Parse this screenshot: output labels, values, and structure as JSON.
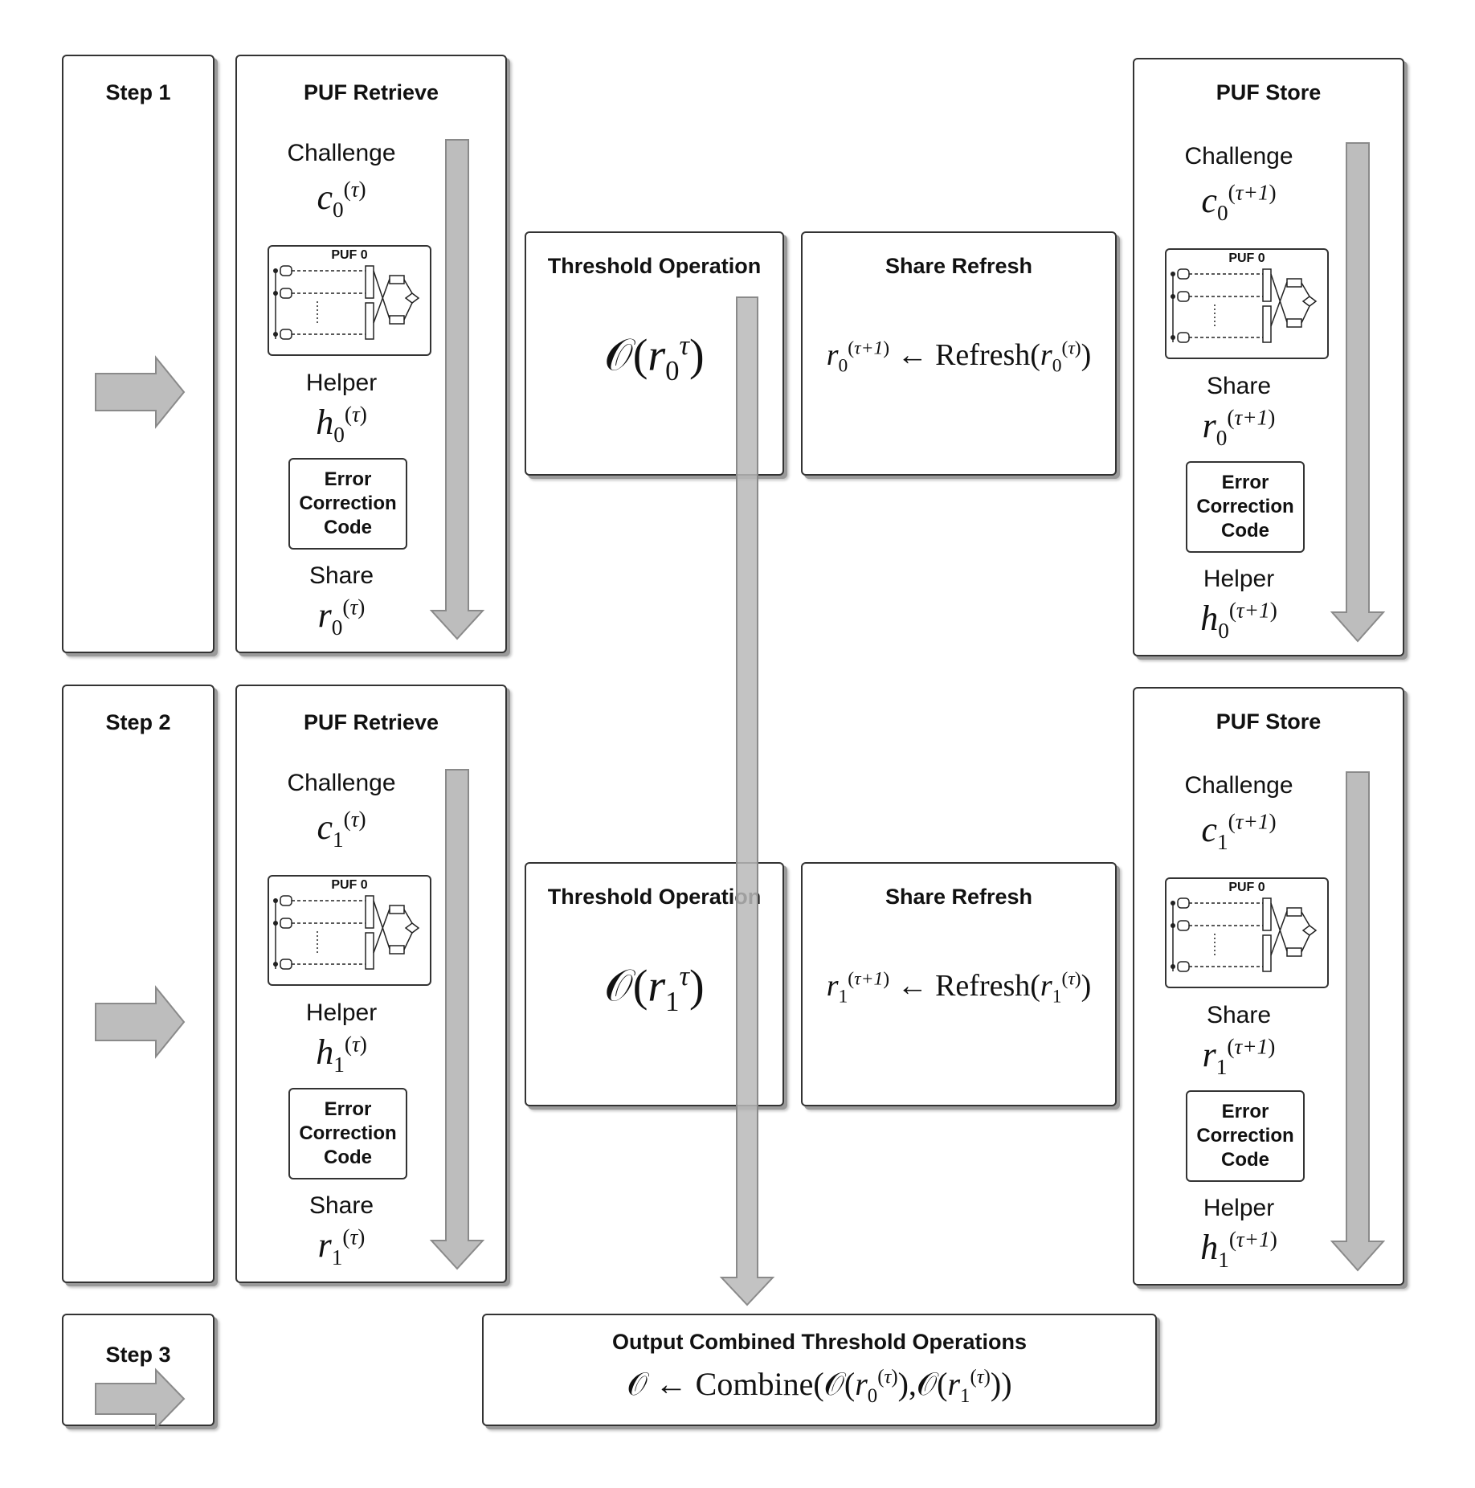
{
  "steps": [
    {
      "label": "Step 1"
    },
    {
      "label": "Step 2"
    },
    {
      "label": "Step 3"
    }
  ],
  "rows": [
    {
      "index": "0",
      "retrieve": {
        "title": "PUF Retrieve",
        "challenge_label": "Challenge",
        "puf_label": "PUF 0",
        "helper_label": "Helper",
        "ecc_lines": [
          "Error",
          "Correction",
          "Code"
        ],
        "share_label": "Share"
      },
      "threshold": {
        "title": "Threshold Operation"
      },
      "refresh": {
        "title": "Share Refresh",
        "fn": "Refresh"
      },
      "store": {
        "title": "PUF Store",
        "challenge_label": "Challenge",
        "puf_label": "PUF 0",
        "share_label": "Share",
        "ecc_lines": [
          "Error",
          "Correction",
          "Code"
        ],
        "helper_label": "Helper"
      }
    },
    {
      "index": "1",
      "retrieve": {
        "title": "PUF Retrieve",
        "challenge_label": "Challenge",
        "puf_label": "PUF 0",
        "helper_label": "Helper",
        "ecc_lines": [
          "Error",
          "Correction",
          "Code"
        ],
        "share_label": "Share"
      },
      "threshold": {
        "title": "Threshold Operation"
      },
      "refresh": {
        "title": "Share Refresh",
        "fn": "Refresh"
      },
      "store": {
        "title": "PUF Store",
        "challenge_label": "Challenge",
        "puf_label": "PUF 0",
        "share_label": "Share",
        "ecc_lines": [
          "Error",
          "Correction",
          "Code"
        ],
        "helper_label": "Helper"
      }
    }
  ],
  "output": {
    "title": "Output Combined Threshold Operations",
    "fn": "Combine"
  },
  "symbols": {
    "op": "𝒪",
    "arrow": "←",
    "tau": "τ",
    "tau_next": "τ+1",
    "c": "c",
    "h": "h",
    "r": "r"
  }
}
